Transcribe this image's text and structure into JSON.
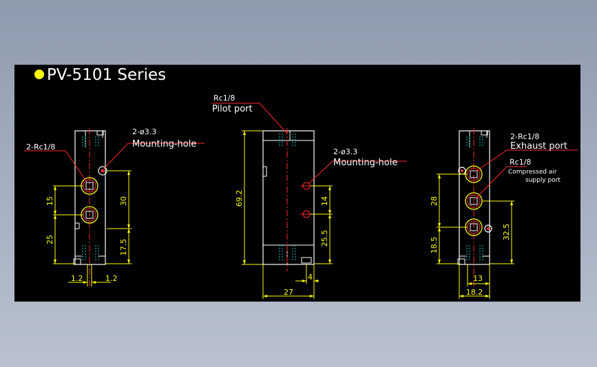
{
  "title": "PV-5101 Series",
  "colors": {
    "background": "#000000",
    "outline": "#ffffff",
    "dimension": "#ffff00",
    "centerline": "#ff2a2a",
    "leader": "#ff2a2a",
    "hidden": "#00c8c8",
    "title_bullet": "#ffff00"
  },
  "views": {
    "left": {
      "port_label": "2-Rc1/8",
      "hole_label": "2-ø3.3",
      "hole_desc": "Mounting-hole",
      "dims": {
        "d15": "15",
        "d25": "25",
        "d30": "30",
        "d17_5": "17.5",
        "d1_2a": "1.2",
        "d1_2b": "1.2"
      }
    },
    "middle": {
      "pilot_label": "Rc1/8",
      "pilot_desc": "Pilot port",
      "hole_label": "2-ø3.3",
      "hole_desc": "Mounting-hole",
      "dims": {
        "d69_2": "69.2",
        "d14": "14",
        "d25_5": "25.5",
        "d4": "4",
        "d27": "27"
      }
    },
    "right": {
      "exhaust_label": "2-Rc1/8",
      "exhaust_desc": "Exhaust port",
      "supply_label": "Rc1/8",
      "supply_desc_1": "Compressed air",
      "supply_desc_2": "supply port",
      "dims": {
        "d28": "28",
        "d18_5": "18.5",
        "d32_5": "32.5",
        "d13": "13",
        "d18_2": "18.2"
      }
    }
  }
}
